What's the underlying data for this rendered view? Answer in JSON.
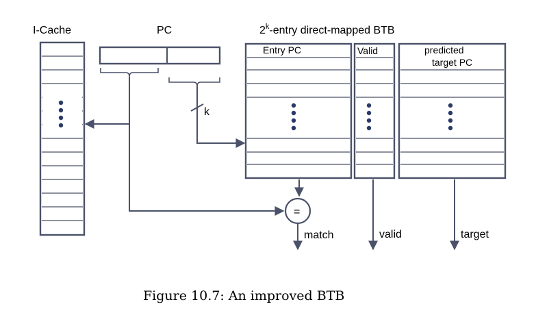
{
  "labels": {
    "icache": "I-Cache",
    "pc": "PC",
    "btb_title_pre": "2",
    "btb_title_sup": "k",
    "btb_title_post": "-entry direct-mapped BTB",
    "entry_pc": "Entry PC",
    "valid_col": "Valid",
    "predicted_line1": "predicted",
    "predicted_line2": "target PC",
    "k": "k",
    "equals": "=",
    "match": "match",
    "valid_out": "valid",
    "target_out": "target"
  },
  "caption": "Figure 10.7: An improved BTB",
  "colors": {
    "stroke": "#4a5168",
    "dots": "#2a3a66",
    "text": "#000000"
  }
}
